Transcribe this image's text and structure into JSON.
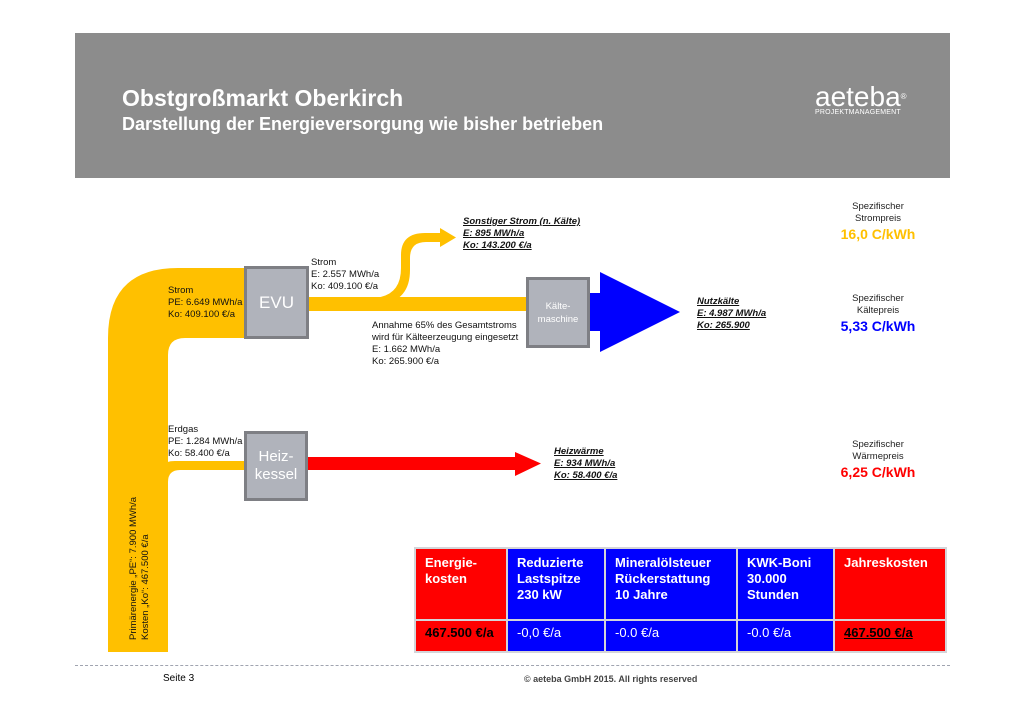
{
  "header": {
    "title": "Obstgroßmarkt Oberkirch",
    "subtitle": "Darstellung der Energieversorgung wie bisher betrieben",
    "logo": "aeteba",
    "logo_sub": "PROJEKTMANAGEMENT"
  },
  "flow": {
    "primary": {
      "line1": "Primärenergie „PE“: 7.900 MWh/a",
      "line2": "Kosten „Ko“: 467.500  €/a"
    },
    "strom_in": {
      "l1": "Strom",
      "l2": "PE: 6.649 MWh/a",
      "l3": "Ko: 409.100 €/a"
    },
    "strom_out": {
      "l1": "Strom",
      "l2": "E: 2.557 MWh/a",
      "l3": "Ko: 409.100 €/a"
    },
    "annahme": {
      "l1": "Annahme 65% des Gesamtstroms",
      "l2": "wird für Kälteerzeugung eingesetzt",
      "l3": "E: 1.662 MWh/a",
      "l4": "Ko: 265.900 €/a"
    },
    "erdgas": {
      "l1": "Erdgas",
      "l2": "PE: 1.284 MWh/a",
      "l3": "Ko: 58.400 €/a"
    },
    "evu_label": "EVU",
    "kaelte_label1": "Kälte-",
    "kaelte_label2": "maschine",
    "heiz_label1": "Heiz-",
    "heiz_label2": "kessel",
    "sonstiger": {
      "l1": "Sonstiger Strom (n. Kälte)",
      "l2": "E: 895 MWh/a",
      "l3": "Ko: 143.200 €/a"
    },
    "nutzkaelte": {
      "l1": "Nutzkälte",
      "l2": "E: 4.987 MWh/a",
      "l3": "Ko: 265.900"
    },
    "heizwaerme": {
      "l1": "Heizwärme",
      "l2": "E: 934 MWh/a",
      "l3": "Ko: 58.400 €/a"
    },
    "colors": {
      "strom": "#ffc000",
      "kaelte": "#0000ff",
      "waerme": "#ff0000"
    }
  },
  "prices": [
    {
      "l1": "Spezifischer",
      "l2": "Strompreis",
      "value": "16,0 C/kWh",
      "color": "#ffc000"
    },
    {
      "l1": "Spezifischer",
      "l2": "Kältepreis",
      "value": "5,33 C/kWh",
      "color": "#0000ff"
    },
    {
      "l1": "Spezifischer",
      "l2": "Wärmepreis",
      "value": "6,25 C/kWh",
      "color": "#ff0000"
    }
  ],
  "table": {
    "headers": [
      [
        "Energie-",
        "kosten"
      ],
      [
        "Reduzierte",
        "Lastspitze",
        "230 kW"
      ],
      [
        "Mineralölsteuer",
        "Rückerstattung",
        "10 Jahre"
      ],
      [
        "KWK-Boni",
        "30.000",
        "Stunden"
      ],
      [
        "Jahreskosten"
      ]
    ],
    "values": [
      "467.500 €/a",
      "-0,0 €/a",
      "-0.0 €/a",
      "-0.0 €/a",
      "467.500 €/a"
    ]
  },
  "footer": {
    "page": "Seite 3",
    "copyright": "© aeteba GmbH 2015.  All rights reserved"
  }
}
